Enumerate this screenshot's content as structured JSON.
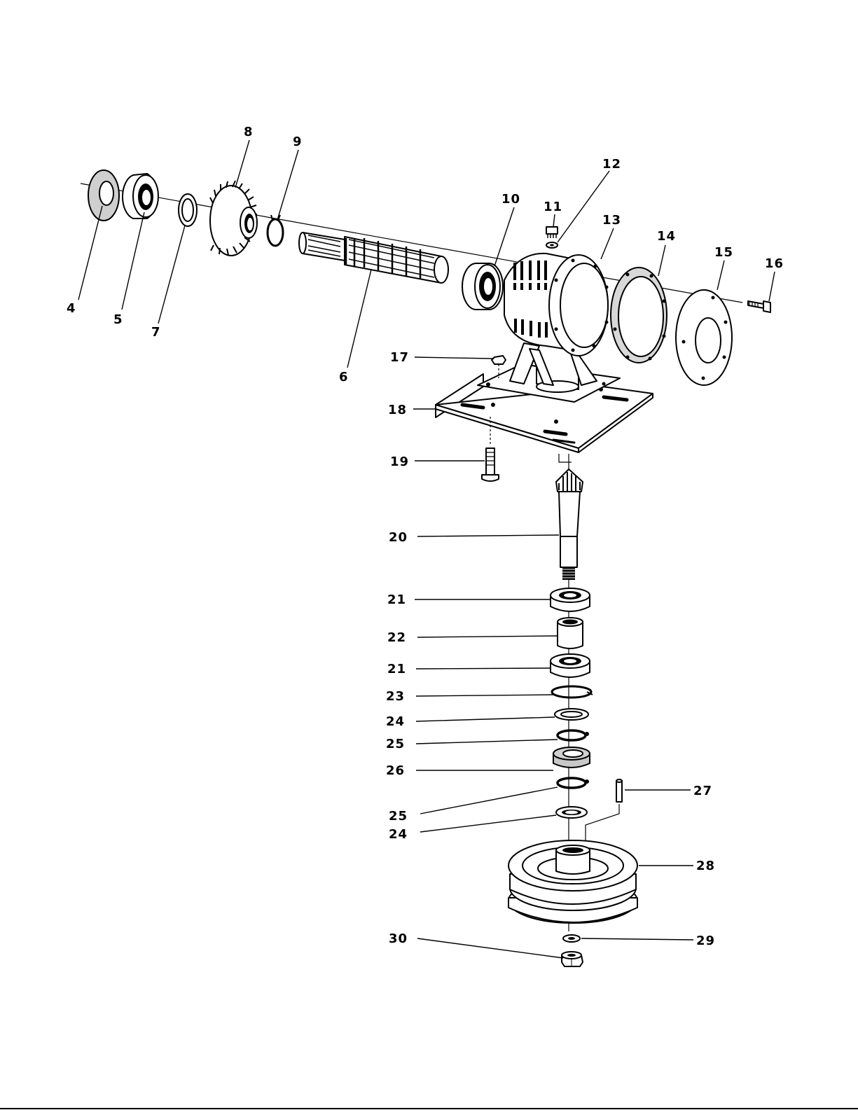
{
  "diagram": {
    "callouts": {
      "p4": "4",
      "p5": "5",
      "p6": "6",
      "p7": "7",
      "p8": "8",
      "p9": "9",
      "p10": "10",
      "p11": "11",
      "p12": "12",
      "p13": "13",
      "p14": "14",
      "p15": "15",
      "p16": "16",
      "p17": "17",
      "p18": "18",
      "p19": "19",
      "p20": "20",
      "p21a": "21",
      "p21b": "21",
      "p22": "22",
      "p23": "23",
      "p24a": "24",
      "p24b": "24",
      "p25a": "25",
      "p25b": "25",
      "p26": "26",
      "p27": "27",
      "p28": "28",
      "p29": "29",
      "p30": "30"
    }
  }
}
